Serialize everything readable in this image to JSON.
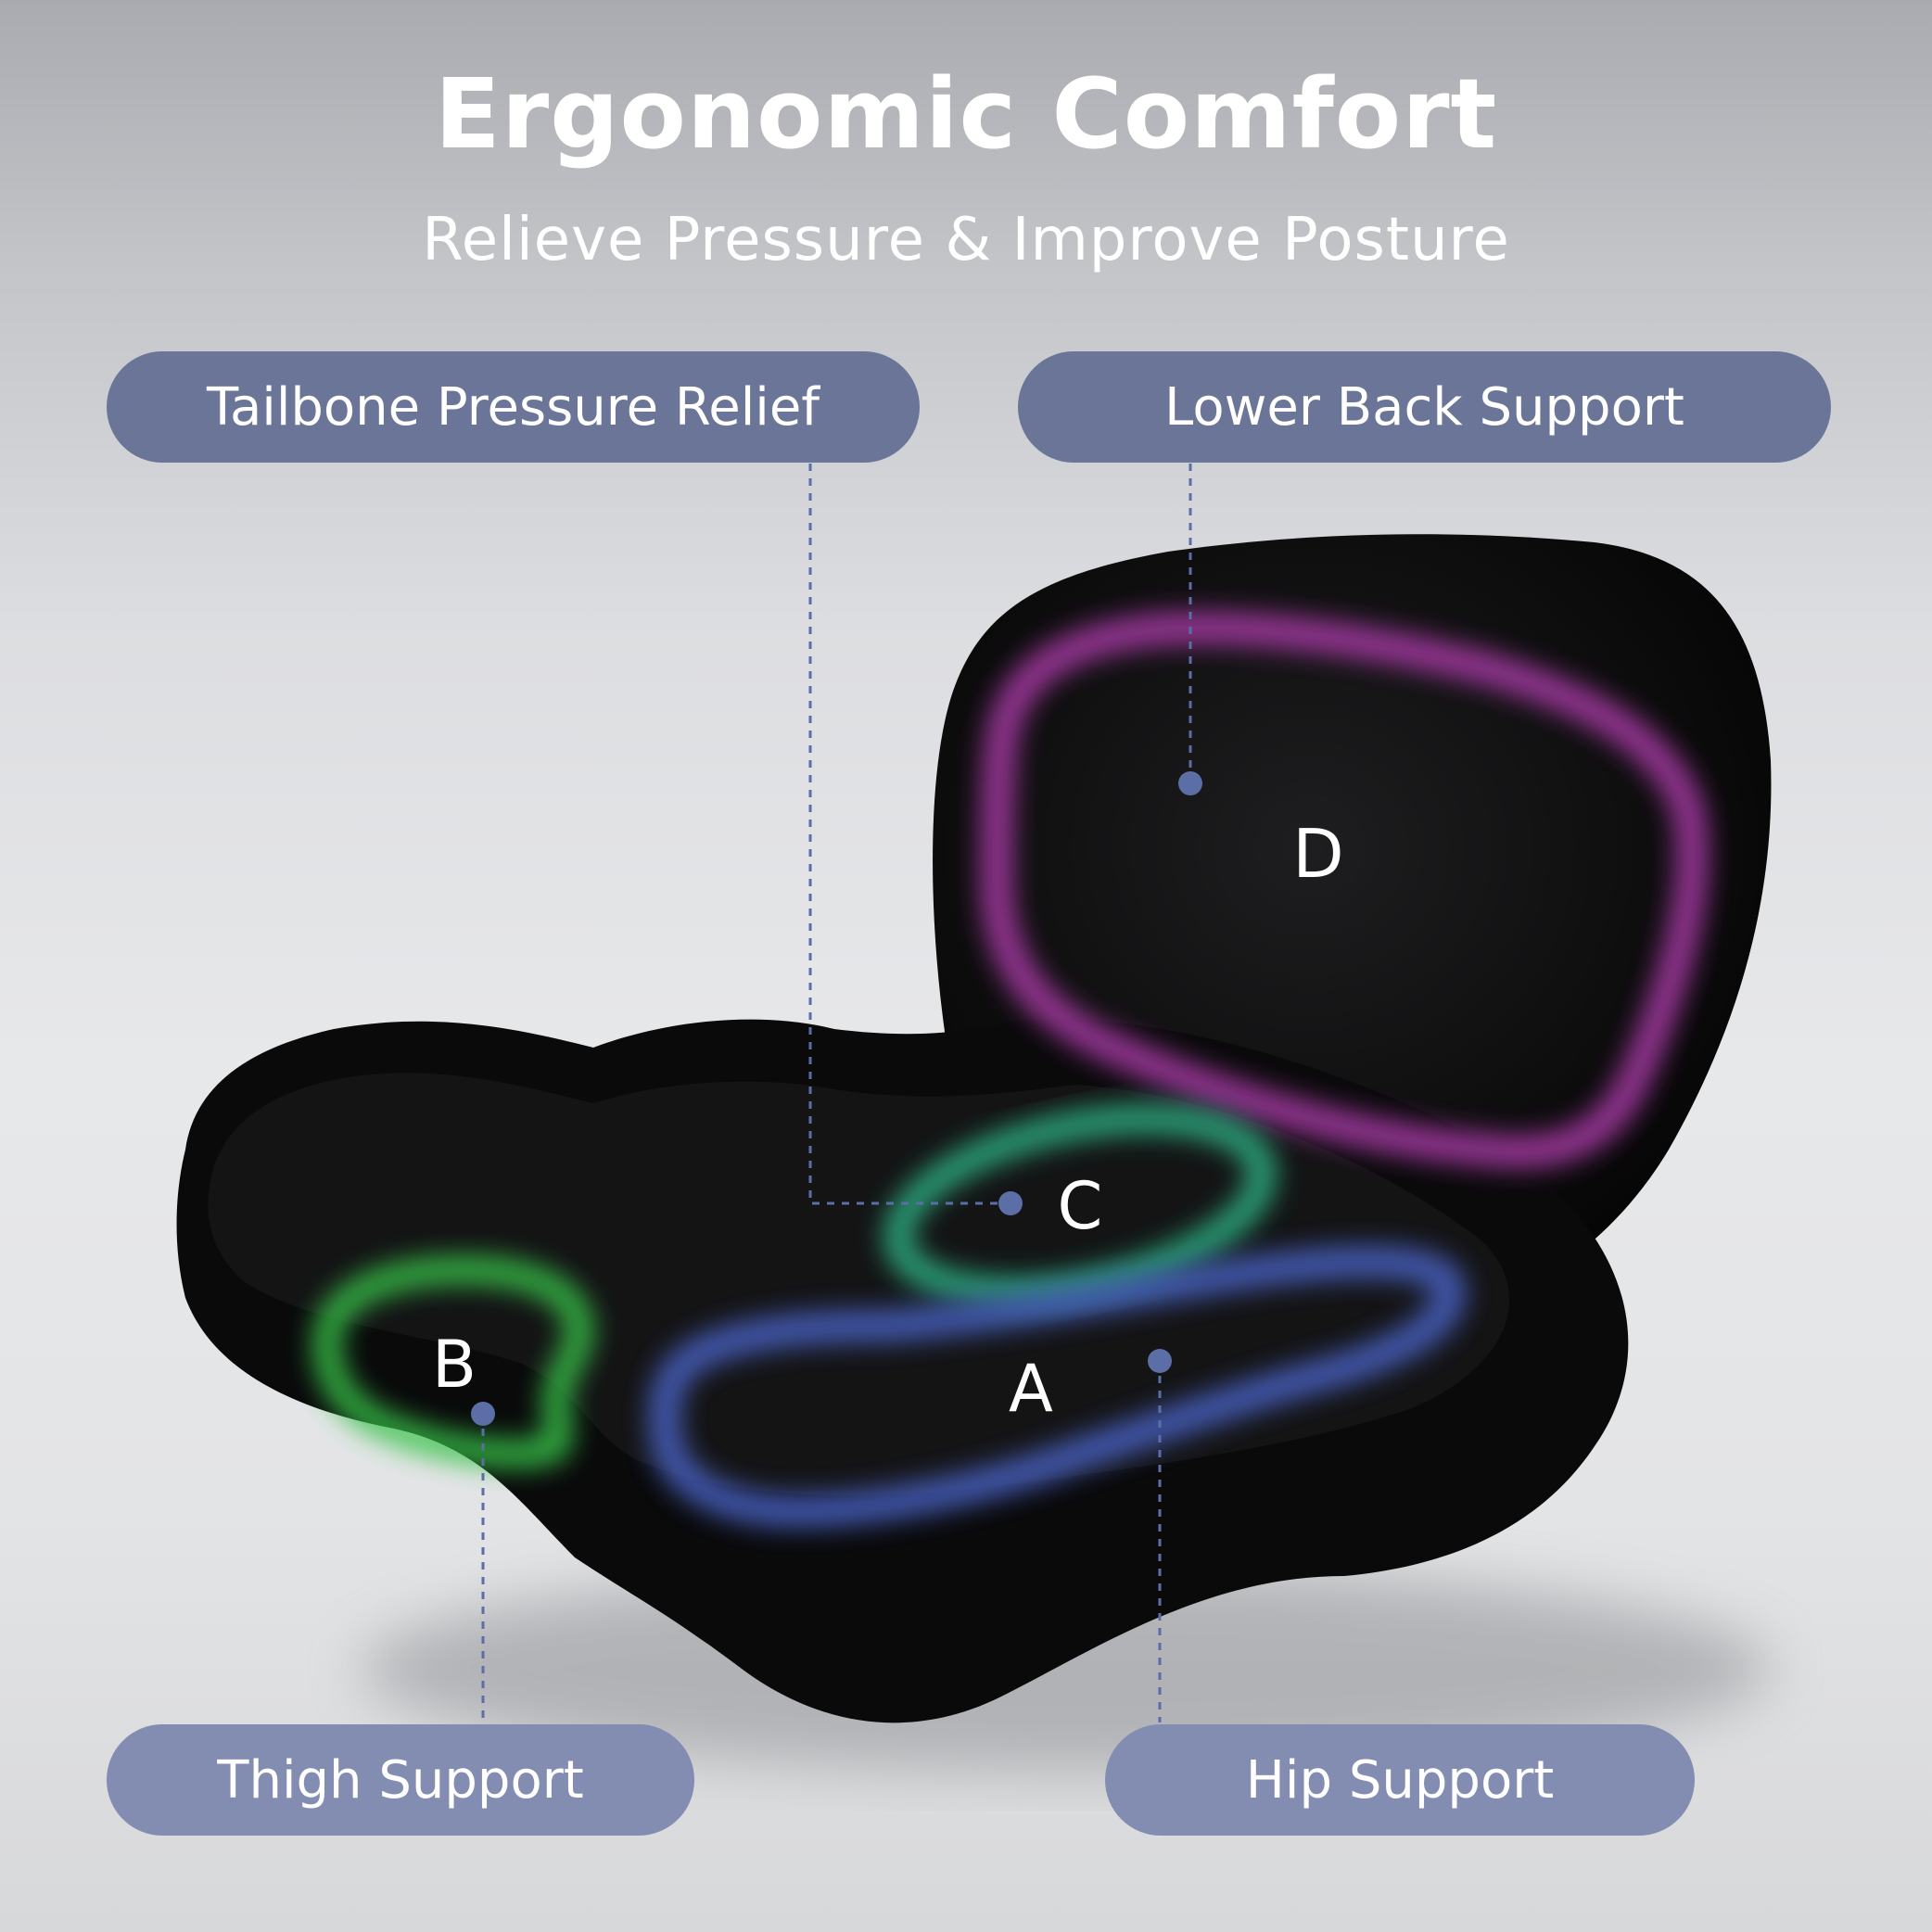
{
  "header": {
    "title": "Ergonomic Comfort",
    "subtitle": "Relieve Pressure & Improve Posture"
  },
  "callouts": {
    "tailbone": "Tailbone Pressure Relief",
    "lower_back": "Lower Back Support",
    "thigh": "Thigh Support",
    "hip": "Hip Support"
  },
  "zones": {
    "a": "A",
    "b": "B",
    "c": "C",
    "d": "D"
  },
  "colors": {
    "pill_top": "#6a7597",
    "pill_bottom": "#838cb1",
    "leader_line": "#5b6ea6",
    "zone_a": "#4a62c2",
    "zone_b": "#37c24a",
    "zone_c": "#2fb586",
    "zone_d": "#a83aa6",
    "cushion": "#0b0b0c"
  }
}
